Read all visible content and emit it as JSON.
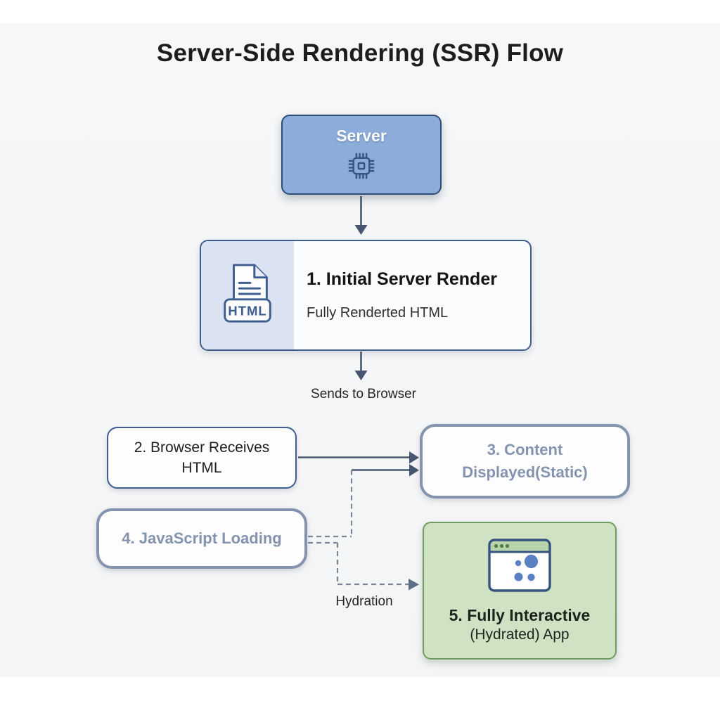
{
  "title": "Server-Side Rendering (SSR) Flow",
  "nodes": {
    "server": {
      "label": "Server",
      "icon": "cpu-chip-icon"
    },
    "step1": {
      "title": "1. Initial Server Render",
      "subtitle": "Fully Renderted HTML",
      "icon": "html-file-icon",
      "icon_badge": "HTML"
    },
    "step2": {
      "line1": "2. Browser Receives",
      "line2": "HTML"
    },
    "step3": {
      "line1": "3. Content",
      "line2": "Displayed(Static)"
    },
    "step4": {
      "label": "4. JavaScript Loading"
    },
    "step5": {
      "line1": "5. Fully Interactive",
      "line2": "(Hydrated) App",
      "icon": "browser-window-icon"
    }
  },
  "edges": {
    "sends_to_browser_label": "Sends to Browser",
    "hydration_label": "Hydration"
  },
  "colors": {
    "page_background": "#f6f7f8",
    "server_fill": "#8cacd9",
    "server_border": "#2e4d79",
    "step1_icon_panel": "#dbe2f1",
    "primary_border": "#3e5e90",
    "muted_blue_gray": "#8494ae",
    "green_fill": "#cfe2c4",
    "green_border": "#6f9c61",
    "solid_arrow": "#47566f",
    "dashed_arrow": "#7d8696",
    "icon_blue_dot": "#5a81c4",
    "title_text": "#1d1d1f"
  }
}
